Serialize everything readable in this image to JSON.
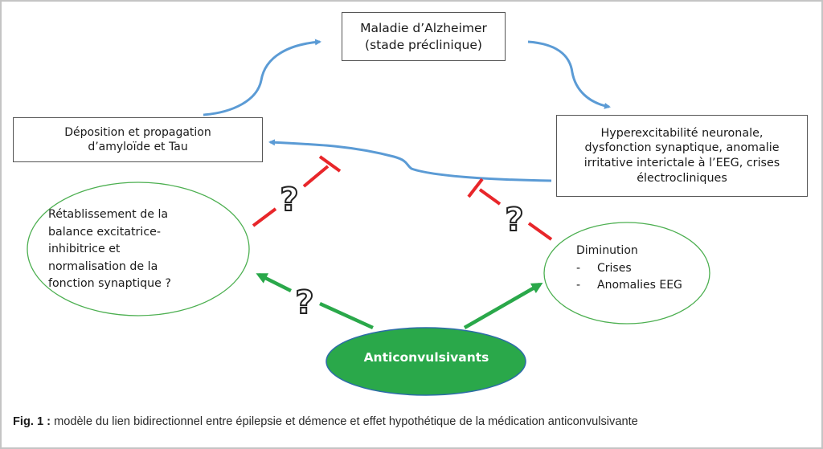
{
  "diagram": {
    "nodes": {
      "alzheimer": {
        "line1": "Maladie d’Alzheimer",
        "line2": "(stade préclinique)"
      },
      "deposition": {
        "line1": "Déposition et propagation",
        "line2": "d’amyloïde et Tau"
      },
      "hyperexcitability": {
        "line1": "Hyperexcitabilité neuronale,",
        "line2": "dysfonction synaptique, anomalie",
        "line3": "irritative interictale à l’EEG, crises",
        "line4": "électrocliniques"
      },
      "restoration": {
        "line1": "Rétablissement de la",
        "line2": "balance excitatrice-",
        "line3": "inhibitrice et",
        "line4": "normalisation de la",
        "line5": "fonction synaptique ?"
      },
      "decrease": {
        "title": "Diminution",
        "items": [
          {
            "bullet": "-",
            "text": "Crises"
          },
          {
            "bullet": "-",
            "text": "Anomalies EEG"
          }
        ]
      },
      "anticonvulsants": {
        "label": "Anticonvulsivants"
      }
    },
    "question_marks": [
      "?",
      "?",
      "?"
    ],
    "colors": {
      "cycle_arrow": "#5b9bd5",
      "inhibition": "#e8262a",
      "activation": "#2aa84a",
      "ellipse_border": "#4caf50",
      "anticonvulsant_fill": "#2aa84a",
      "anticonvulsant_border": "#2d6ca8"
    }
  },
  "caption": {
    "label": "Fig. 1 :",
    "text": " modèle du lien bidirectionnel entre épilepsie et démence et effet hypothétique de la médication anticonvulsivante"
  }
}
